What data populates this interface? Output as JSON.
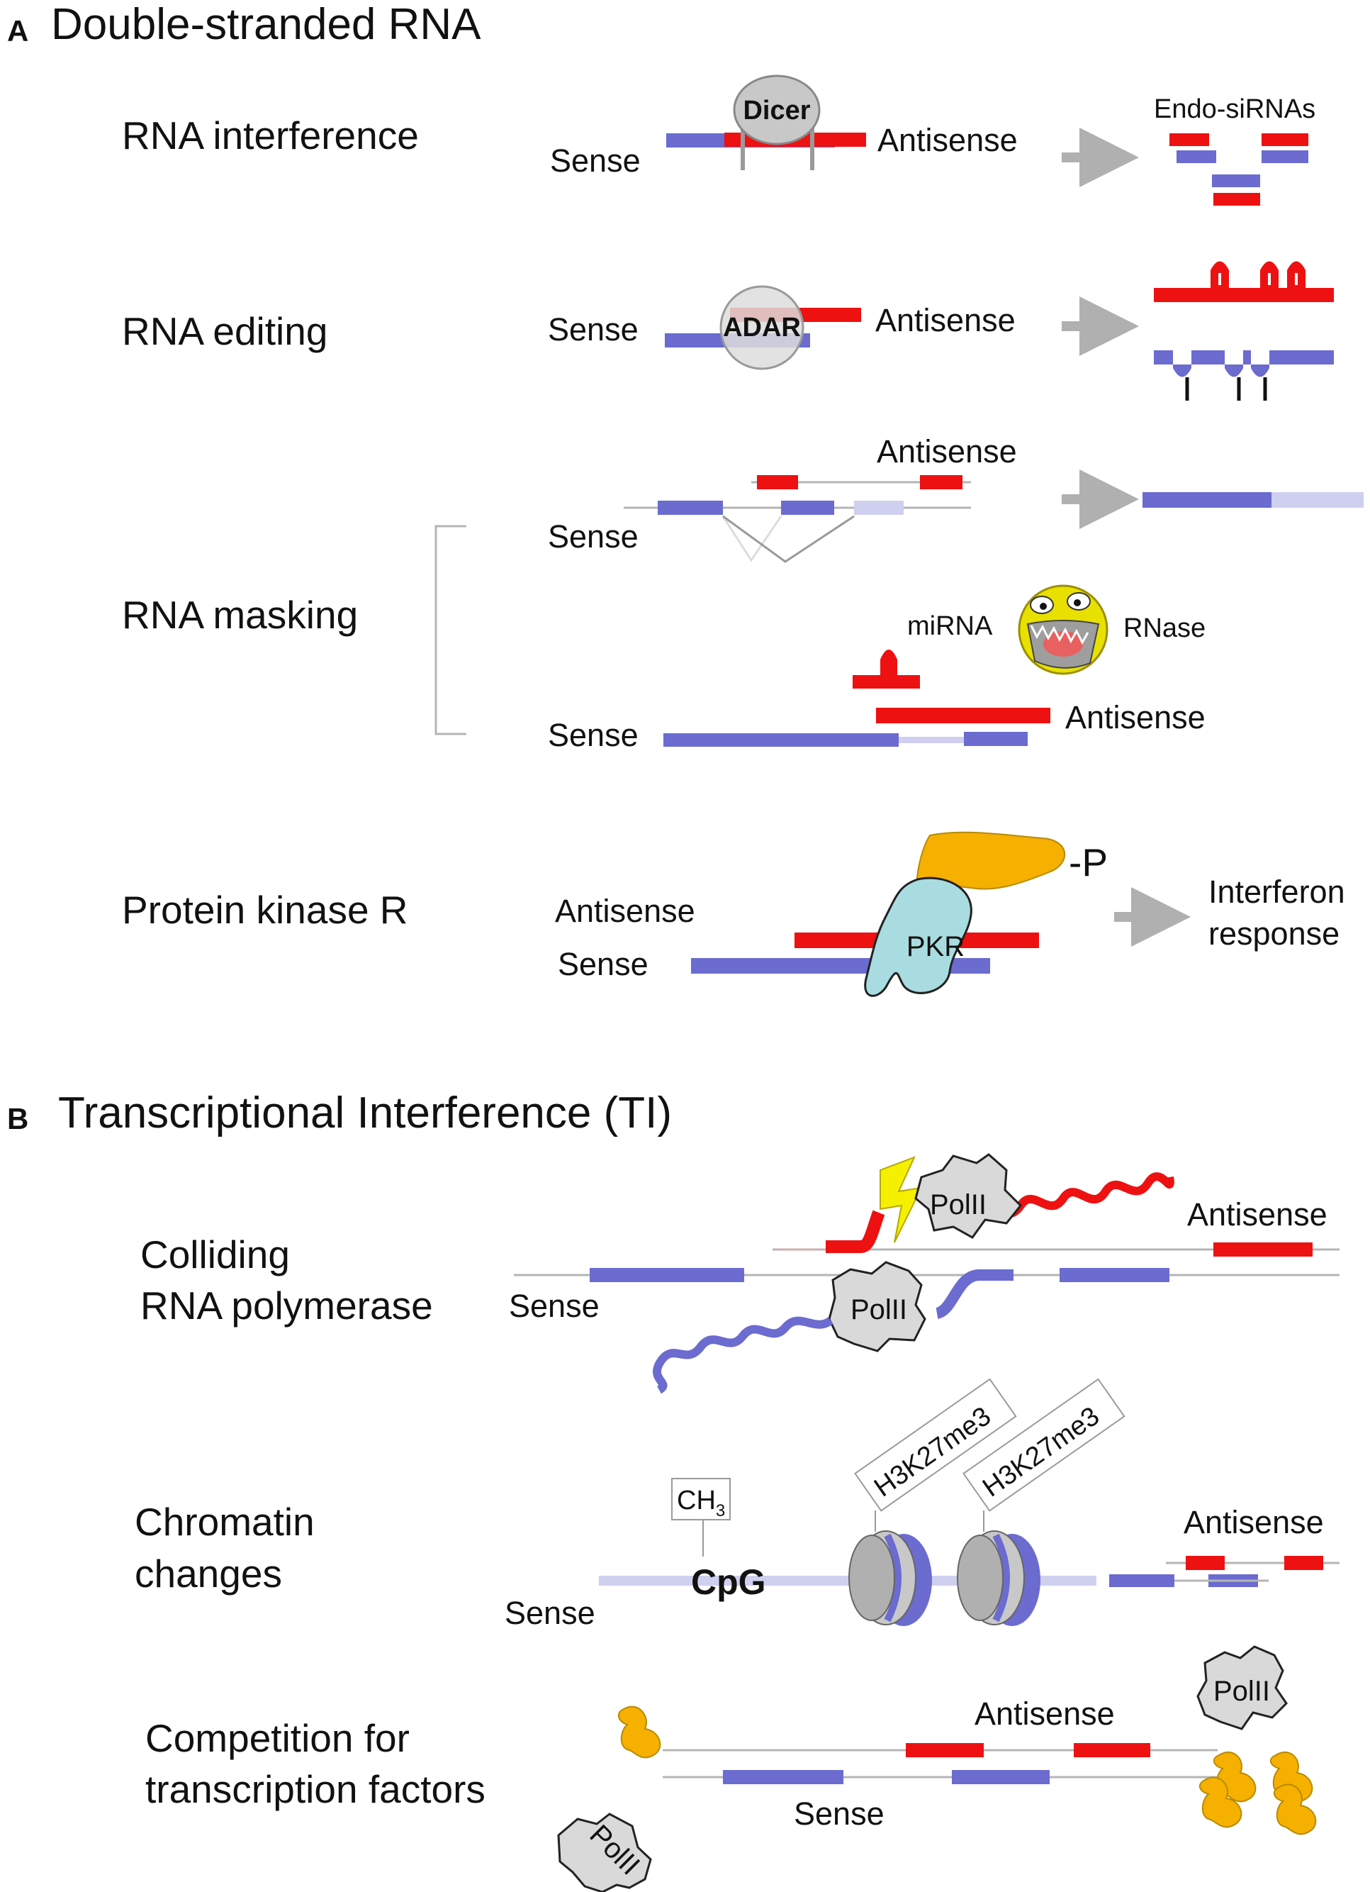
{
  "colors": {
    "sense": "#6b6bd0",
    "sense_light": "#cfcff0",
    "antisense": "#ee1111",
    "strand_line": "#b5b5b5",
    "protein_gray": "#d9d9d9",
    "kinase_orange": "#f5b000",
    "pkr_teal": "#a9dce0",
    "arrow_gray": "#b0b0b0"
  },
  "panel_a": {
    "letter": "A",
    "title": "Double-stranded RNA",
    "rnai": {
      "title": "RNA interference",
      "sense": "Sense",
      "antisense": "Antisense",
      "enzyme": "Dicer",
      "product": "Endo-siRNAs"
    },
    "editing": {
      "title": "RNA editing",
      "sense": "Sense",
      "antisense": "Antisense",
      "enzyme": "ADAR"
    },
    "masking": {
      "title": "RNA masking",
      "antisense_top": "Antisense",
      "sense_top": "Sense",
      "mirna": "miRNA",
      "rnase": "RNase",
      "sense_bottom": "Sense",
      "antisense_bottom": "Antisense"
    },
    "pkr": {
      "title": "Protein kinase R",
      "antisense": "Antisense",
      "sense": "Sense",
      "enzyme": "PKR",
      "phospho": "-P",
      "result_line1": "Interferon",
      "result_line2": "response"
    }
  },
  "panel_b": {
    "letter": "B",
    "title": "Transcriptional Interference (TI)",
    "colliding": {
      "title_line1": "Colliding",
      "title_line2": "RNA polymerase",
      "sense": "Sense",
      "antisense": "Antisense",
      "polymerase_top": "PolII",
      "polymerase_bottom": "PolII"
    },
    "chromatin": {
      "title_line1": "Chromatin",
      "title_line2": "changes",
      "methyl": "CH",
      "methyl_sub": "3",
      "cpg": "CpG",
      "histone_mark_1": "H3K27me3",
      "histone_mark_2": "H3K27me3",
      "sense": "Sense",
      "antisense": "Antisense"
    },
    "competition": {
      "title_line1": "Competition for",
      "title_line2": "transcription factors",
      "antisense": "Antisense",
      "sense": "Sense",
      "polymerase_right": "PolII",
      "polymerase_left": "PolII"
    }
  }
}
